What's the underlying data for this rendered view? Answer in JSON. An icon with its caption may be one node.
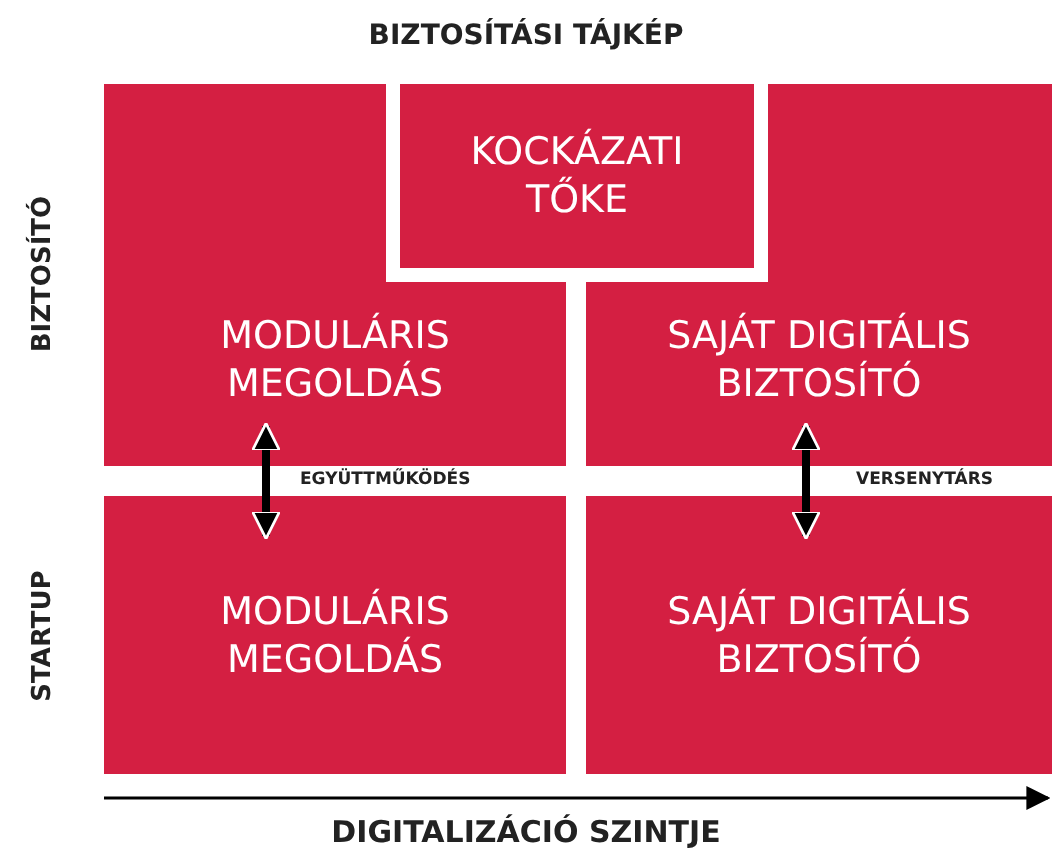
{
  "diagram": {
    "title": "BIZTOSÍTÁSI TÁJKÉP",
    "nodes": [
      {
        "text": [
          "KOCKÁZATI TŐKE"
        ]
      },
      {
        "text": [
          "MODULÁRIS MEGOLDÁS"
        ]
      },
      {
        "text": [
          "SAJÁT DIGITÁLIS BIZTOSÍTÓ"
        ]
      },
      {
        "text": [
          "MODULÁRIS MEGOLDÁS"
        ]
      },
      {
        "text": [
          "SAJÁT DIGITÁLIS BIZTOSÍTÓ"
        ]
      }
    ],
    "edges": [
      {
        "from": 1,
        "to": 3,
        "arrow": "both",
        "label": "EGYÜTTMŰKÖDÉS"
      },
      {
        "from": 2,
        "to": 4,
        "arrow": "both",
        "label": "VERSENYTÁRS"
      }
    ],
    "labels": [
      "BIZTOSÍTÓ",
      "STARTUP",
      "DIGITALIZÁCIÓ SZINTJE"
    ]
  }
}
